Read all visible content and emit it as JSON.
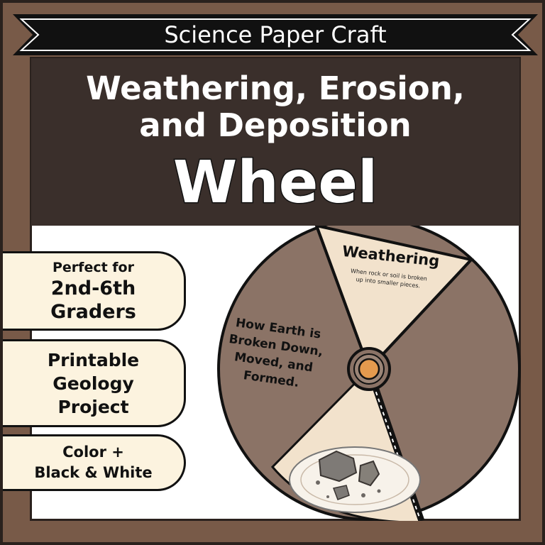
{
  "banner": {
    "text": "Science Paper Craft"
  },
  "title": {
    "line1": "Weathering, Erosion,",
    "line2": "and Deposition",
    "line3": "Wheel"
  },
  "wheel": {
    "weathering_title": "Weathering",
    "weathering_desc_line1": "When rock or soil is broken",
    "weathering_desc_line2": "up into smaller pieces.",
    "center_text": [
      "How Earth is",
      "Broken Down,",
      "Moved, and",
      "Formed."
    ]
  },
  "features": [
    {
      "line1": "Perfect for",
      "line2": "2nd-6th",
      "line3": "Graders"
    },
    {
      "line1": "Printable",
      "line2": "Geology",
      "line3": "Project"
    },
    {
      "line1": "Color +",
      "line2": "Black & White"
    }
  ],
  "colors": {
    "frame_brown": "#785a48",
    "dark_panel": "#3a2f2b",
    "wheel_segment": "#8b7366",
    "light_segment": "#f2e2cc",
    "pill_cream": "#fcf3df",
    "center_orange": "#e49a4e"
  }
}
